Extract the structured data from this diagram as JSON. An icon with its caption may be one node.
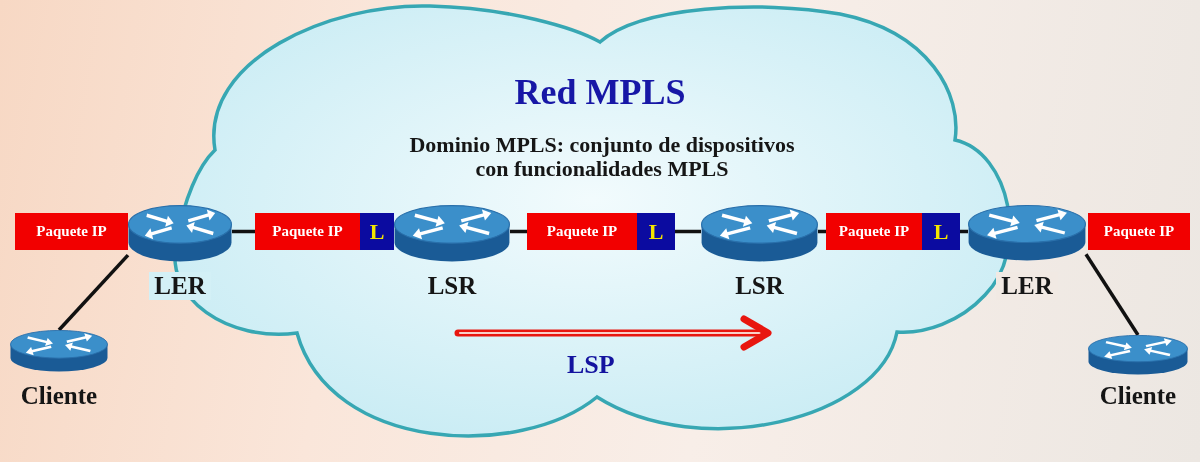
{
  "diagram": {
    "nodes": [
      {
        "text": [
          "Red MPLS",
          "Dominio MPLS: conjunto de dispositivos con funcionalidades MPLS"
        ]
      },
      {
        "text": [
          "Paquete IP"
        ]
      },
      {
        "text": [
          "LER"
        ]
      },
      {
        "text": [
          "Paquete IP"
        ],
        "in": 0
      },
      {
        "text": [
          "L"
        ],
        "in": 0
      },
      {
        "text": [
          "LSR"
        ],
        "in": 0
      },
      {
        "text": [
          "Paquete IP"
        ],
        "in": 0
      },
      {
        "text": [
          "L"
        ],
        "in": 0
      },
      {
        "text": [
          "LSR"
        ],
        "in": 0
      },
      {
        "text": [
          "Paquete IP"
        ],
        "in": 0
      },
      {
        "text": [
          "L"
        ],
        "in": 0
      },
      {
        "text": [
          "LER"
        ]
      },
      {
        "text": [
          "Paquete IP"
        ]
      },
      {
        "text": [
          "Cliente"
        ]
      },
      {
        "text": [
          "Cliente"
        ]
      }
    ],
    "edges": [
      {
        "from": 2,
        "to": 3,
        "arrow": "none"
      },
      {
        "from": 5,
        "to": 6,
        "arrow": "none"
      },
      {
        "from": 7,
        "to": 8,
        "arrow": "none"
      },
      {
        "from": 8,
        "to": 9,
        "arrow": "none"
      },
      {
        "from": 10,
        "to": 11,
        "arrow": "none"
      },
      {
        "from": 2,
        "to": 13,
        "arrow": "none"
      },
      {
        "from": 11,
        "to": 14,
        "arrow": "none"
      }
    ],
    "labels": [
      "LSP"
    ]
  }
}
